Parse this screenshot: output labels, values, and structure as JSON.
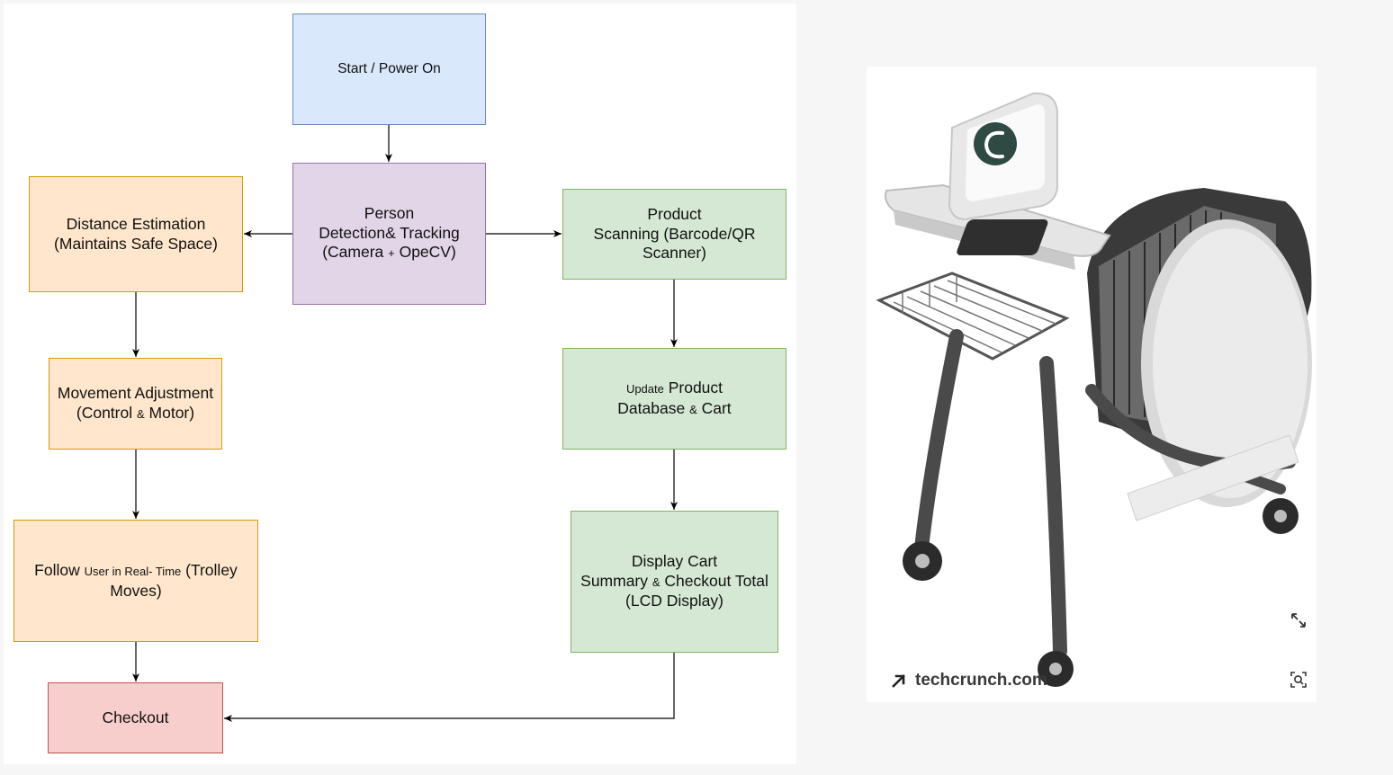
{
  "diagram": {
    "nodes": {
      "start": {
        "text": "Start / Power On"
      },
      "person_detection": {
        "line1": "Person",
        "line2": "Detection& Tracking",
        "line3_a": "(Camera ",
        "line3_plus": "+",
        "line3_b": " OpeCV)"
      },
      "distance_estimation": {
        "line1": "Distance Estimation",
        "line2": "(Maintains Safe Space)"
      },
      "movement_adjustment": {
        "line1": "Movement Adjustment",
        "line2_a": "(Control ",
        "line2_amp": "&",
        "line2_b": " Motor)"
      },
      "follow_user": {
        "part1": "Follow ",
        "part2": "User in Real- Time",
        "part3": " (Trolley",
        "line2": "Moves)"
      },
      "checkout": {
        "text": "Checkout"
      },
      "product_scanning": {
        "line1": "Product",
        "line2": "Scanning (Barcode/QR",
        "line3": "Scanner)"
      },
      "update_database": {
        "line1_small": "Update",
        "line1_rest": " Product",
        "line2_a": "Database ",
        "line2_amp": "&",
        "line2_b": " Cart"
      },
      "display_cart": {
        "line1": "Display Cart",
        "line2_a": "Summary ",
        "line2_amp": "&",
        "line2_b": " Checkout Total",
        "line3": "(LCD Display)"
      }
    },
    "colors": {
      "start_fill": "#dae8fc",
      "start_stroke": "#6c8ebf",
      "detection_fill": "#e1d5e7",
      "detection_stroke": "#9673a6",
      "orange_fill": "#ffe6cc",
      "orange_stroke": "#d79b00",
      "green_fill": "#d5e8d4",
      "green_stroke": "#82b366",
      "checkout_fill": "#f8cecc",
      "checkout_stroke": "#b85450"
    }
  },
  "image_card": {
    "subject": "smart shopping cart with touchscreen",
    "source_label": "techcrunch.com",
    "icons": [
      "arrow-up-right-icon",
      "expand-icon",
      "visual-search-icon"
    ]
  }
}
